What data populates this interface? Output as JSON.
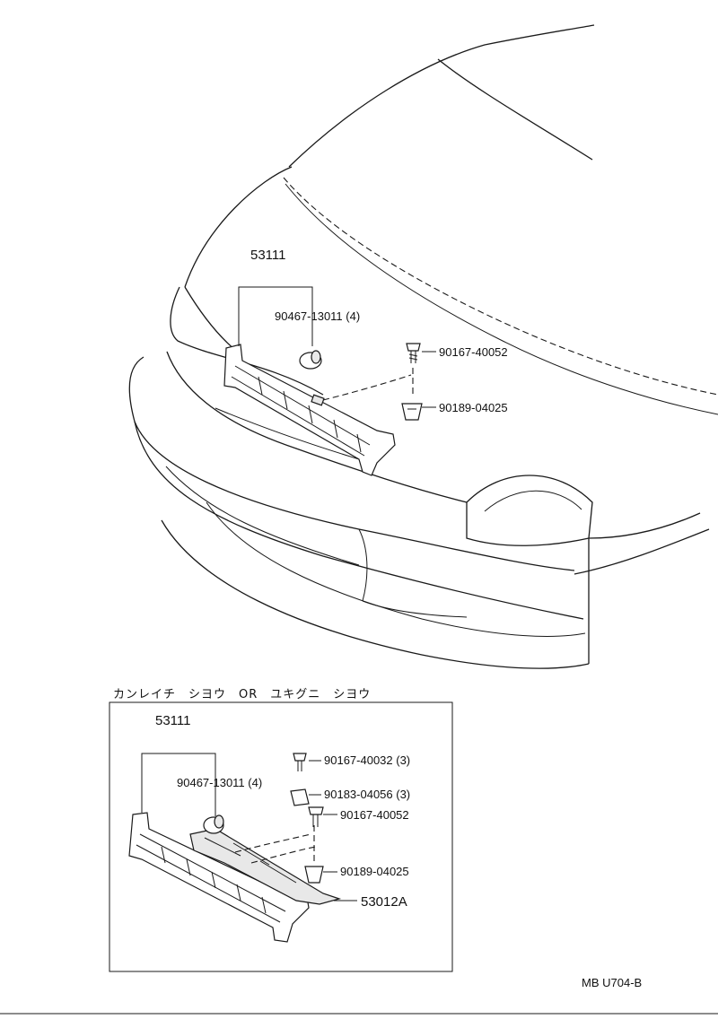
{
  "main_view": {
    "grille_part": "53111",
    "clip_part": "90467-13011 (4)",
    "screw_part": "90167-40052",
    "nut_part": "90189-04025"
  },
  "inset": {
    "caption": "カンレイチ　シヨウ　OR　ユキグニ　シヨウ",
    "grille_part": "53111",
    "clip_part": "90467-13011 (4)",
    "screw_part_a": "90167-40032 (3)",
    "nut_part_a": "90183-04056 (3)",
    "screw_part_b": "90167-40052",
    "nut_part_b": "90189-04025",
    "cover_part": "53012A"
  },
  "drawing_code": "MB U704-B"
}
